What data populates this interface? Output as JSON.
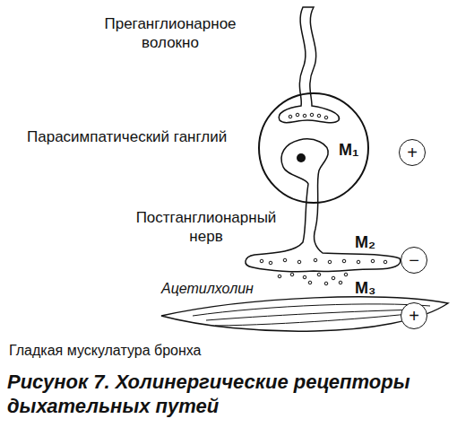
{
  "diagram": {
    "caption": "Рисунок 7. Холинергические рецепторы дыхательных путей",
    "nodes": [
      {
        "text": [
          "M₁"
        ]
      },
      {
        "text": [
          "+"
        ]
      },
      {
        "text": [
          "−"
        ]
      },
      {
        "text": [
          "+"
        ]
      }
    ],
    "labels": [
      "Преганглионарное волокно",
      "Парасимпатический ганглий",
      "Постганглионарный нерв",
      "M₂",
      "Ацетилхолин",
      "M₃",
      "Гладкая мускулатура бронха"
    ]
  }
}
